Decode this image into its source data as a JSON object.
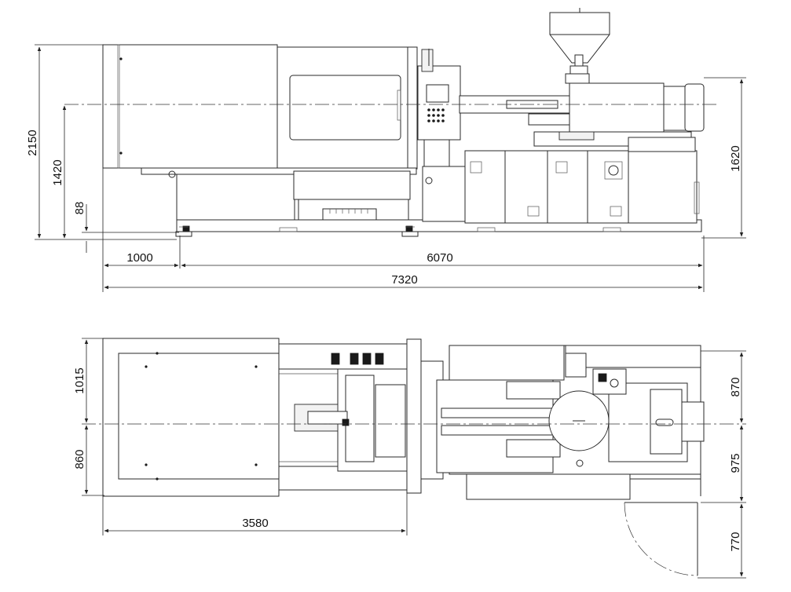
{
  "side_view": {
    "dimensions": {
      "overall_height": "2150",
      "center_height": "1420",
      "foot_height": "88",
      "injection_height": "1620",
      "front_offset": "1000",
      "base_length": "6070",
      "overall_length": "7320"
    }
  },
  "top_view": {
    "dimensions": {
      "upper_width": "1015",
      "lower_width": "860",
      "clamp_length": "3580",
      "right_upper": "870",
      "right_lower": "975",
      "door_swing": "770"
    }
  },
  "colors": {
    "line": "#2a2a2a",
    "background": "#ffffff"
  }
}
